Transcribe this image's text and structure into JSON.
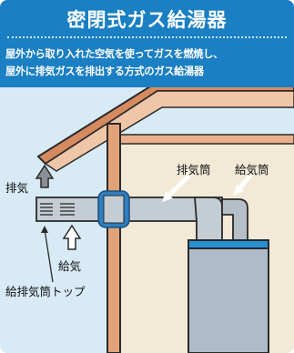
{
  "header": {
    "title": "密閉式ガス給湯器",
    "description_line1": "屋外から取り入れた空気を使ってガスを燃焼し、",
    "description_line2": "屋外に排気ガスを排出する方式のガス給湯器"
  },
  "labels": {
    "exhaust_pipe": "排気筒",
    "supply_pipe": "給気筒",
    "exhaust": "排気",
    "supply": "給気",
    "top": "給排気筒トップ"
  },
  "colors": {
    "header_bg": "#1a7fc3",
    "sky": "#d8eaf6",
    "indoor": "#f2ead7",
    "wall": "#e2a278",
    "pipe": "#c4ccd4",
    "heater": "#aebbc8",
    "heater_band": "#2690d3"
  }
}
